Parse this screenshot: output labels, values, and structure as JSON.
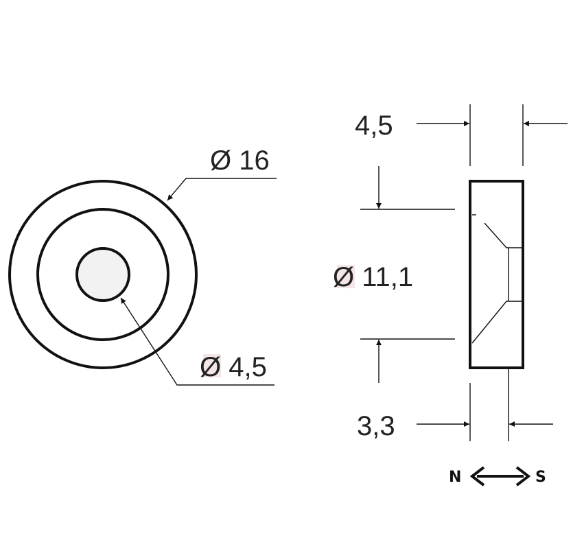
{
  "front_view": {
    "outer_diameter_label": "Ø 16",
    "hole_diameter_label": "Ø 4,5"
  },
  "side_view": {
    "thickness_label": "4,5",
    "countersink_diameter_label": "Ø 11,1",
    "countersink_depth_label": "3,3"
  },
  "magnetization": {
    "north_label": "N",
    "south_label": "S"
  },
  "colors": {
    "line": "#111111",
    "hole_fill": "#f2f2f2",
    "symbol_highlight": "#f5e6e6"
  }
}
